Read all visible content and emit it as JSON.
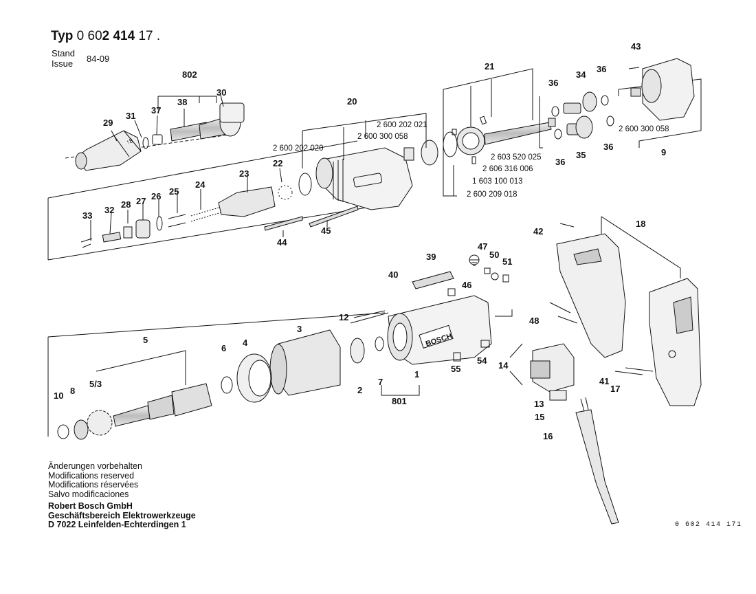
{
  "header": {
    "typ_label": "Typ",
    "typ_prefix": "0 60",
    "typ_bold": "2 414",
    "typ_suffix": " 17 .",
    "stand_label": "Stand",
    "issue_label": "Issue",
    "issue_value": "84-09"
  },
  "footer": {
    "notes": [
      "Änderungen vorbehalten",
      "Modifications reserved",
      "Modifications réservées",
      "Salvo modificaciones"
    ],
    "company": [
      "Robert Bosch GmbH",
      "Geschäftsbereich Elektrowerkzeuge",
      "D 7022 Leinfelden-Echterdingen 1"
    ],
    "document_number": "0 602 414 171"
  },
  "brand": "BOSCH",
  "part_numbers": [
    "2 600 202 021",
    "2 600 300 058",
    "2 600 202 020",
    "2 603 520 025",
    "2 606 316 006",
    "1 603 100 013",
    "2 600 209 018",
    "2 600 300 058"
  ],
  "callouts": [
    "802",
    "30",
    "29",
    "31",
    "37",
    "38",
    "20",
    "21",
    "34",
    "36",
    "43",
    "36",
    "9",
    "36",
    "35",
    "36",
    "22",
    "23",
    "24",
    "25",
    "26",
    "27",
    "28",
    "32",
    "33",
    "44",
    "45",
    "18",
    "42",
    "47",
    "50",
    "51",
    "39",
    "40",
    "46",
    "12",
    "3",
    "4",
    "5",
    "5/3",
    "6",
    "10",
    "8",
    "2",
    "7",
    "1",
    "801",
    "55",
    "54",
    "14",
    "48",
    "13",
    "15",
    "16",
    "41",
    "17"
  ]
}
